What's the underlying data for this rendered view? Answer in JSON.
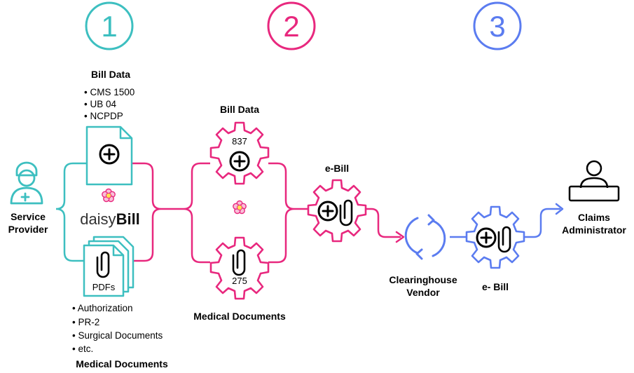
{
  "steps": {
    "one": "1",
    "two": "2",
    "three": "3"
  },
  "colors": {
    "teal": "#3dbfc0",
    "pink": "#e8287e",
    "blue": "#5b7cf0",
    "black": "#000000"
  },
  "left": {
    "bill_data_title": "Bill Data",
    "bill_data_items": [
      "• CMS 1500",
      "• UB 04",
      "• NCPDP"
    ],
    "brand_prefix": "daisy",
    "brand_suffix": "Bill",
    "pdfs_label": "PDFs",
    "medical_items": [
      "• Authorization",
      "• PR-2",
      "• Surgical Documents",
      "• etc."
    ],
    "medical_title": "Medical Documents"
  },
  "provider": {
    "line1": "Service",
    "line2": "Provider"
  },
  "middle": {
    "bill_data_title": "Bill Data",
    "gear_top_code": "837",
    "gear_bottom_code": "275",
    "medical_title": "Medical Documents"
  },
  "ebill": {
    "label": "e-Bill"
  },
  "clearinghouse": {
    "line1": "Clearinghouse",
    "line2": "Vendor"
  },
  "ebill2": {
    "label": "e- Bill"
  },
  "claims": {
    "line1": "Claims",
    "line2": "Administrator"
  },
  "icons": {
    "provider": "nurse-person-icon",
    "claims": "person-at-desk-icon",
    "daisy": "daisy-flower-icon",
    "plus": "plus-circle-icon",
    "clip": "paperclip-icon",
    "gear": "gear-icon",
    "refresh": "circular-arrows-icon",
    "arrow": "arrow-right-icon"
  }
}
